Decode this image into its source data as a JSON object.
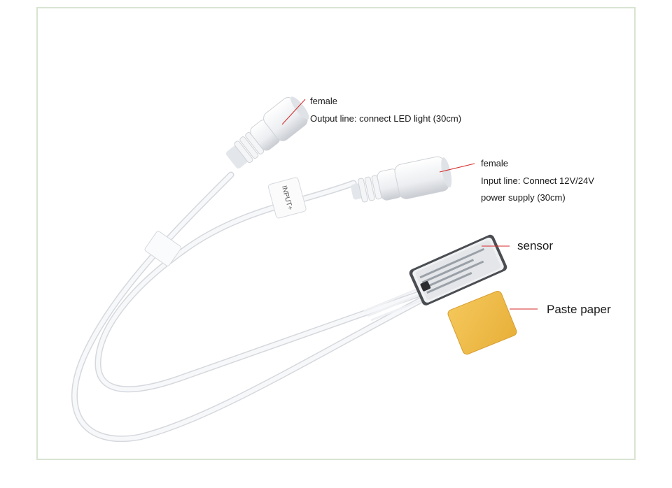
{
  "annotations": {
    "output_female": "female",
    "output_line": "Output line: connect LED light (30cm)",
    "input_female": "female",
    "input_line_1": "Input line: Connect 12V/24V",
    "input_line_2": "power supply (30cm)",
    "sensor": "sensor",
    "paste_paper": "Paste paper"
  },
  "product": {
    "tag_text": "INPUT+"
  },
  "colors": {
    "frame": "#d8e4d2",
    "leader_line": "#d42a2a",
    "cable": "#f4f5f7",
    "paste_paper": "#f2bf4a"
  }
}
